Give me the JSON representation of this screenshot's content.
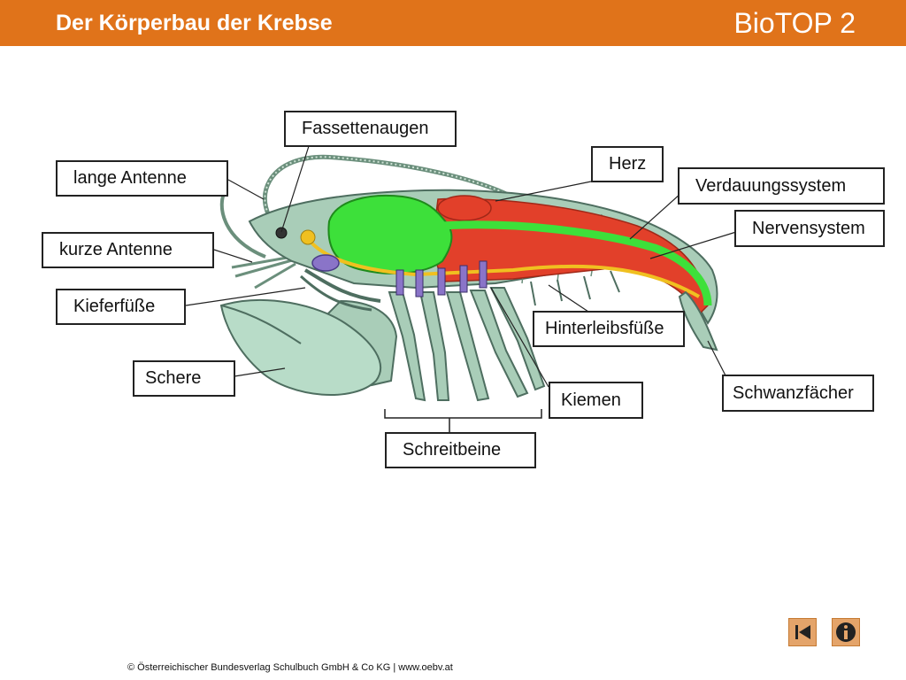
{
  "header": {
    "title": "Der Körperbau der Krebse",
    "brand": "BioTOP 2",
    "color": "#e0731a"
  },
  "labels": {
    "fassettenaugen": "Fassettenaugen",
    "herz": "Herz",
    "lange_antenne": "lange Antenne",
    "verdauungssystem": "Verdauungssystem",
    "nervensystem": "Nervensystem",
    "kurze_antenne": "kurze Antenne",
    "kieferfuesse": "Kieferfüße",
    "hinterleibsfuesse": "Hinterleibsfüße",
    "schere": "Schere",
    "kiemen": "Kiemen",
    "schwanzfaecher": "Schwanzfächer",
    "schreitbeine": "Schreitbeine"
  },
  "footer": {
    "copyright": "© Österreichischer Bundesverlag Schulbuch GmbH & Co KG | www.oebv.at"
  },
  "nav": {
    "back_icon": "skip-back-icon",
    "info_icon": "info-icon"
  },
  "colors": {
    "shell": "#a9cdb8",
    "digestive": "#3de03a",
    "muscle": "#e2402a",
    "nerve": "#f0c020",
    "gills": "#8a74c8"
  }
}
